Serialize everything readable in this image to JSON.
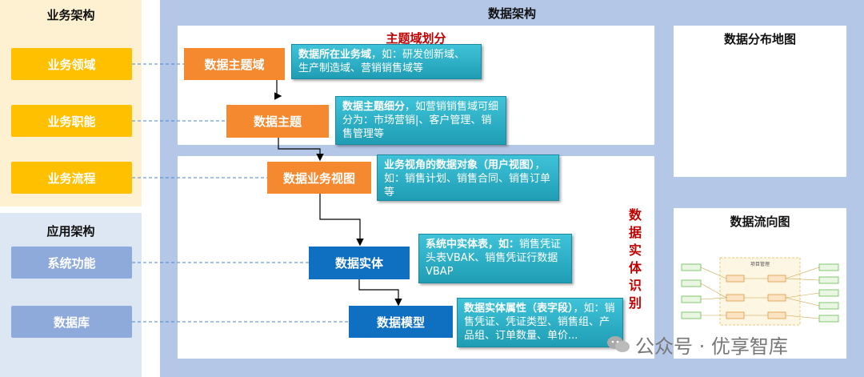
{
  "business_arch": {
    "title": "业务架构",
    "items": [
      "业务领域",
      "业务职能",
      "业务流程"
    ]
  },
  "app_arch": {
    "title": "应用架构",
    "items": [
      "系统功能",
      "数据库"
    ]
  },
  "data_arch": {
    "title": "数据架构",
    "subject_domain_title": "主题域划分",
    "entity_label": "数据实体识别",
    "distribution_title": "数据分布地图",
    "flow_title": "数据流向图"
  },
  "hierarchy": [
    {
      "label": "数据主题域",
      "desc_bold": "数据所在业务域",
      "desc": "，如：研发创新域、生产制造域、营销销售域等"
    },
    {
      "label": "数据主题",
      "desc_bold": "数据主题细分",
      "desc": "，如营销销售域可细分为：市场营销|、客户管理、销售管理等"
    },
    {
      "label": "数据业务视图",
      "desc_bold": "业务视角的数据对象（用户视图）",
      "desc": "，如：销售计划、销售合同、销售订单等"
    },
    {
      "label": "数据实体",
      "desc_bold": "系统中实体表，如：",
      "desc": "销售凭证头表VBAK、销售凭证行数据VBAP"
    },
    {
      "label": "数据模型",
      "desc_bold": "数据实体属性（表字段）",
      "desc": "，如：销售凭证、凭证类型、销售组、产品组、订单数量、单价..."
    }
  ],
  "flow_thumbnail": {
    "center_label": "项目管理"
  },
  "watermark": "公众号 · 优享智库",
  "colors": {
    "business_bg": "#fdf1d1",
    "business_btn": "#ffc000",
    "app_bg": "#dde7f3",
    "app_btn": "#8eaadb",
    "arch_bg": "#b4c7e7",
    "orange_box": "#f4892f",
    "blue_box": "#0f6fc0",
    "callout": "#2bb0c8",
    "entity_label": "#c00000"
  }
}
